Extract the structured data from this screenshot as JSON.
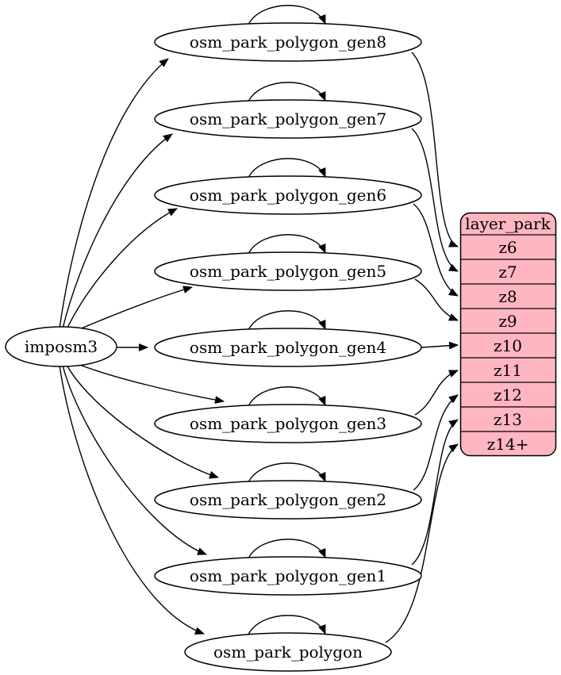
{
  "diagram": {
    "background_color": "#ffffff",
    "edge_color": "#000000",
    "node_fill_color": "#ffffff",
    "source_node": {
      "label": "imposm3",
      "feeds": [
        "osm_park_polygon_gen8",
        "osm_park_polygon_gen7",
        "osm_park_polygon_gen6",
        "osm_park_polygon_gen5",
        "osm_park_polygon_gen4",
        "osm_park_polygon_gen3",
        "osm_park_polygon_gen2",
        "osm_park_polygon_gen1",
        "osm_park_polygon"
      ]
    },
    "table_nodes": [
      {
        "label": "osm_park_polygon_gen8",
        "self_loop": true,
        "maps_to": "z6"
      },
      {
        "label": "osm_park_polygon_gen7",
        "self_loop": true,
        "maps_to": "z7"
      },
      {
        "label": "osm_park_polygon_gen6",
        "self_loop": true,
        "maps_to": "z8"
      },
      {
        "label": "osm_park_polygon_gen5",
        "self_loop": true,
        "maps_to": "z9"
      },
      {
        "label": "osm_park_polygon_gen4",
        "self_loop": true,
        "maps_to": "z10"
      },
      {
        "label": "osm_park_polygon_gen3",
        "self_loop": true,
        "maps_to": "z11"
      },
      {
        "label": "osm_park_polygon_gen2",
        "self_loop": true,
        "maps_to": "z12"
      },
      {
        "label": "osm_park_polygon_gen1",
        "self_loop": true,
        "maps_to": "z13"
      },
      {
        "label": "osm_park_polygon",
        "self_loop": true,
        "maps_to": "z14+"
      }
    ],
    "layer_table": {
      "title": "layer_park",
      "fill_color": "#ffb6c1",
      "rows": [
        "z6",
        "z7",
        "z8",
        "z9",
        "z10",
        "z11",
        "z12",
        "z13",
        "z14+"
      ]
    }
  }
}
